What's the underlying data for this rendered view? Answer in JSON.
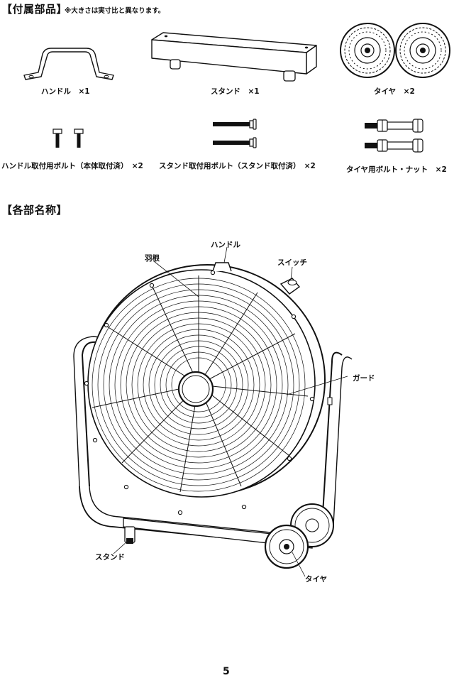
{
  "accessories": {
    "heading": "【付属部品】",
    "note": "※大きさは実寸比と異なります。",
    "items": [
      {
        "label": "ハンドル　×1"
      },
      {
        "label": "スタンド　×1"
      },
      {
        "label": "タイヤ　×2"
      },
      {
        "label": "ハンドル取付用ボルト（本体取付済）　×2"
      },
      {
        "label": "スタンド取付用ボルト（スタンド取付済）　×2"
      },
      {
        "label": "タイヤ用ボルト・ナット　×2"
      }
    ]
  },
  "parts": {
    "heading": "【各部名称】",
    "callouts": {
      "handle": "ハンドル",
      "blade": "羽根",
      "switch": "スイッチ",
      "guard": "ガード",
      "stand": "スタンド",
      "tire": "タイヤ"
    }
  },
  "page": {
    "number": "5"
  }
}
